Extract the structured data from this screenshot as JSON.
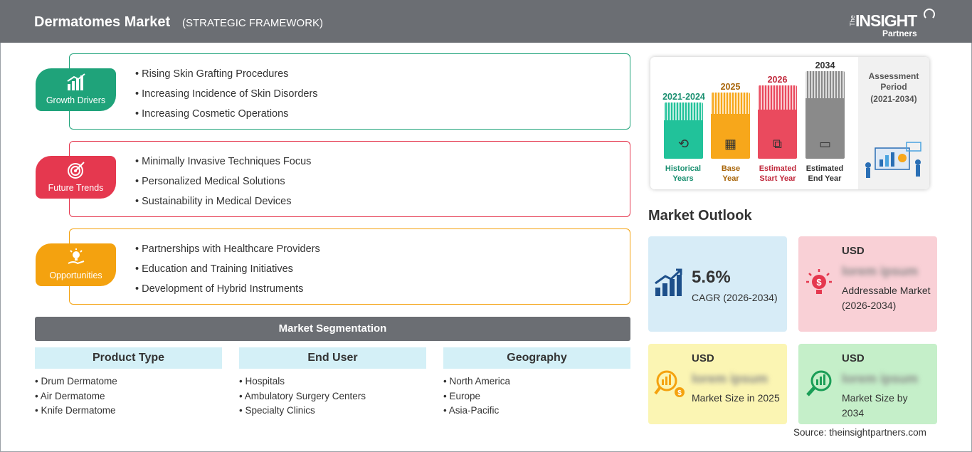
{
  "header": {
    "title": "Dermatomes Market",
    "subtitle": "(STRATEGIC FRAMEWORK)",
    "logo": {
      "the": "The",
      "insight": "INSIGHT",
      "partners": "Partners"
    }
  },
  "framework": {
    "growth_drivers": {
      "label": "Growth Drivers",
      "color": "#1fa37a",
      "items": [
        "Rising Skin Grafting Procedures",
        "Increasing Incidence of Skin Disorders",
        "Increasing Cosmetic Operations"
      ]
    },
    "future_trends": {
      "label": "Future Trends",
      "color": "#e5384f",
      "items": [
        "Minimally Invasive Techniques Focus",
        "Personalized Medical Solutions",
        "Sustainability in Medical Devices"
      ]
    },
    "opportunities": {
      "label": "Opportunities",
      "color": "#f4a20f",
      "items": [
        "Partnerships with Healthcare Providers",
        "Education and Training Initiatives",
        "Development of Hybrid Instruments"
      ]
    }
  },
  "segmentation": {
    "title": "Market Segmentation",
    "columns": [
      {
        "header": "Product Type",
        "items": [
          "Drum Dermatome",
          "Air Dermatome",
          "Knife Dermatome"
        ]
      },
      {
        "header": "End User",
        "items": [
          "Hospitals",
          "Ambulatory Surgery Centers",
          "Specialty Clinics"
        ]
      },
      {
        "header": "Geography",
        "items": [
          "North America",
          "Europe",
          "Asia-Pacific"
        ]
      }
    ]
  },
  "timeline": {
    "bars": [
      {
        "year": "2021-2024",
        "label1": "Historical",
        "label2": "Years",
        "color": "#21c29a",
        "year_color": "#1a8f70"
      },
      {
        "year": "2025",
        "label1": "Base",
        "label2": "Year",
        "color": "#f7a71b",
        "year_color": "#a8650a"
      },
      {
        "year": "2026",
        "label1": "Estimated",
        "label2": "Start Year",
        "color": "#ea4a5e",
        "year_color": "#c0283b"
      },
      {
        "year": "2034",
        "label1": "Estimated",
        "label2": "End Year",
        "color": "#8a8a8a",
        "year_color": "#333333"
      }
    ],
    "assessment_title": "Assessment Period",
    "assessment_period": "(2021-2034)"
  },
  "outlook": {
    "title": "Market Outlook",
    "cagr": {
      "value": "5.6%",
      "label": "CAGR (2026-2034)"
    },
    "addressable": {
      "currency": "USD",
      "value": "lorem ipsum",
      "label": "Addressable Market (2026-2034)"
    },
    "size_2025": {
      "currency": "USD",
      "value": "lorem ipsum",
      "label": "Market Size in 2025"
    },
    "size_2034": {
      "currency": "USD",
      "value": "lorem ipsum",
      "label": "Market Size by 2034"
    }
  },
  "source": "Source: theinsightpartners.com",
  "icons": {
    "growth": "growth-chart-icon",
    "trends": "target-icon",
    "opportunities": "lightbulb-hand-icon",
    "cagr": "rising-bars-icon",
    "addressable": "dollar-bulb-icon",
    "size_2025": "dollar-magnifier-icon",
    "size_2034": "bar-magnifier-icon"
  }
}
